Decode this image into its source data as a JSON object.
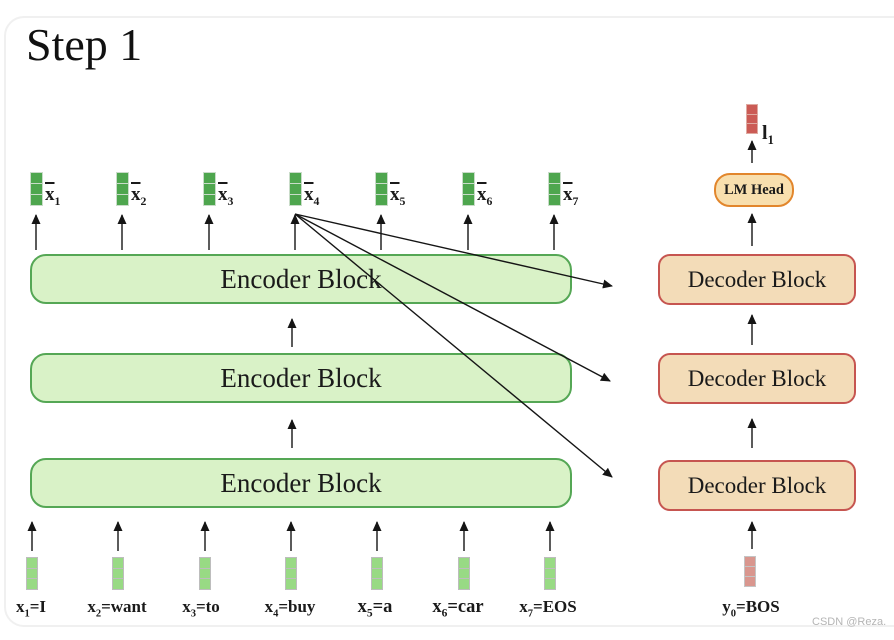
{
  "title": "Step 1",
  "watermark": "CSDN @Reza.",
  "encoder": {
    "blocks": [
      "Encoder Block",
      "Encoder Block",
      "Encoder Block"
    ],
    "outputs": [
      {
        "base": "x",
        "sub": "1"
      },
      {
        "base": "x",
        "sub": "2"
      },
      {
        "base": "x",
        "sub": "3"
      },
      {
        "base": "x",
        "sub": "4"
      },
      {
        "base": "x",
        "sub": "5"
      },
      {
        "base": "x",
        "sub": "6"
      },
      {
        "base": "x",
        "sub": "7"
      }
    ],
    "inputs": [
      {
        "base": "x",
        "sub": "1",
        "rest": "=I"
      },
      {
        "base": "x",
        "sub": "2",
        "rest": "=want"
      },
      {
        "base": "x",
        "sub": "3",
        "rest": "=to"
      },
      {
        "base": "x",
        "sub": "4",
        "rest": "=buy"
      },
      {
        "base": "x",
        "sub": "5",
        "rest": "=a"
      },
      {
        "base": "x",
        "sub": "6",
        "rest": "=car"
      },
      {
        "base": "x",
        "sub": "7",
        "rest": "=EOS"
      }
    ]
  },
  "decoder": {
    "blocks": [
      "Decoder Block",
      "Decoder Block",
      "Decoder Block"
    ],
    "lm_head_label": "LM Head",
    "logit_label": {
      "base": "l",
      "sub": "1"
    },
    "input_label": {
      "base": "y",
      "sub": "0",
      "rest": "=BOS"
    }
  },
  "colors": {
    "encoder_fill": "#d9f2c7",
    "encoder_border": "#55a755",
    "decoder_fill": "#f3dcb8",
    "decoder_border": "#c65550",
    "lmhead_fill": "#f8dfae",
    "lmhead_border": "#e2862c",
    "enc_vec": "#4ea64e",
    "enc_vec_sep": "#c9dcc9",
    "input_vec": "#98da84",
    "input_vec_sep": "#bdbdbd",
    "logit_vec": "#cb5b55",
    "logit_vec_sep": "#dfaaa1",
    "dec_input_vec": "#d9968e",
    "dec_input_vec_sep": "#c4c4c4",
    "arrow": "#151515"
  }
}
